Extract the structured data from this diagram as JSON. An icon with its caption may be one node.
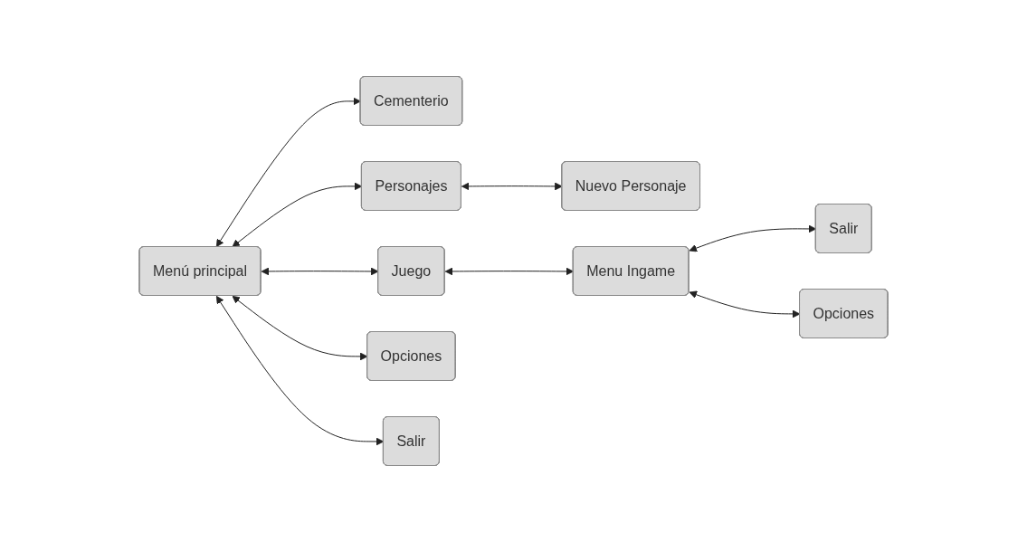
{
  "diagram": {
    "nodes": [
      {
        "text": [
          "Menú principal"
        ]
      },
      {
        "text": [
          "Cementerio"
        ]
      },
      {
        "text": [
          "Personajes"
        ]
      },
      {
        "text": [
          "Juego"
        ]
      },
      {
        "text": [
          "Opciones"
        ]
      },
      {
        "text": [
          "Salir"
        ]
      },
      {
        "text": [
          "Nuevo Personaje"
        ]
      },
      {
        "text": [
          "Menu Ingame"
        ]
      },
      {
        "text": [
          "Salir"
        ]
      },
      {
        "text": [
          "Opciones"
        ]
      }
    ],
    "edges": [
      {
        "from": 0,
        "to": 1,
        "arrow": "both"
      },
      {
        "from": 0,
        "to": 2,
        "arrow": "both"
      },
      {
        "from": 0,
        "to": 3,
        "arrow": "both"
      },
      {
        "from": 0,
        "to": 4,
        "arrow": "both"
      },
      {
        "from": 0,
        "to": 5,
        "arrow": "both"
      },
      {
        "from": 2,
        "to": 6,
        "arrow": "both"
      },
      {
        "from": 3,
        "to": 7,
        "arrow": "both"
      },
      {
        "from": 7,
        "to": 8,
        "arrow": "both"
      },
      {
        "from": 7,
        "to": 9,
        "arrow": "both"
      }
    ]
  }
}
